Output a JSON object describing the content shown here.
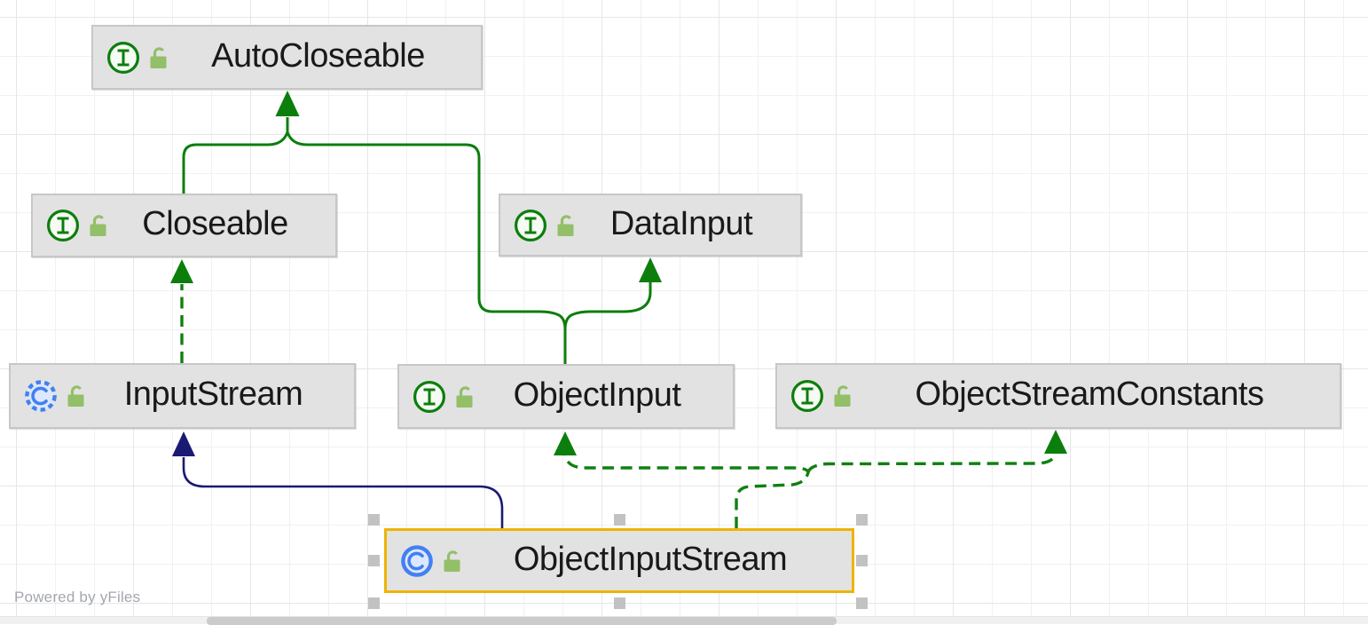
{
  "diagram": {
    "watermark": "Powered by yFiles",
    "nodes": [
      {
        "id": "autocloseable",
        "label": "AutoCloseable",
        "kind": "interface",
        "icon": "interface-icon",
        "lock_icon": "unlocked-icon",
        "selected": false
      },
      {
        "id": "closeable",
        "label": "Closeable",
        "kind": "interface",
        "icon": "interface-icon",
        "lock_icon": "unlocked-icon",
        "selected": false
      },
      {
        "id": "datainput",
        "label": "DataInput",
        "kind": "interface",
        "icon": "interface-icon",
        "lock_icon": "unlocked-icon",
        "selected": false
      },
      {
        "id": "inputstream",
        "label": "InputStream",
        "kind": "abstract-class",
        "icon": "abstract-class-icon",
        "lock_icon": "unlocked-icon",
        "selected": false
      },
      {
        "id": "objectinput",
        "label": "ObjectInput",
        "kind": "interface",
        "icon": "interface-icon",
        "lock_icon": "unlocked-icon",
        "selected": false
      },
      {
        "id": "objectstreamconstants",
        "label": "ObjectStreamConstants",
        "kind": "interface",
        "icon": "interface-icon",
        "lock_icon": "unlocked-icon",
        "selected": false
      },
      {
        "id": "objectinputstream",
        "label": "ObjectInputStream",
        "kind": "class",
        "icon": "class-icon",
        "lock_icon": "unlocked-icon",
        "selected": true
      }
    ],
    "edges": [
      {
        "from": "closeable",
        "to": "autocloseable",
        "relation": "extends",
        "style": "solid-green"
      },
      {
        "from": "objectinput",
        "to": "autocloseable",
        "relation": "extends",
        "style": "solid-green"
      },
      {
        "from": "objectinput",
        "to": "datainput",
        "relation": "extends",
        "style": "solid-green"
      },
      {
        "from": "inputstream",
        "to": "closeable",
        "relation": "implements",
        "style": "dashed-green"
      },
      {
        "from": "objectinputstream",
        "to": "inputstream",
        "relation": "extends",
        "style": "solid-navy"
      },
      {
        "from": "objectinputstream",
        "to": "objectinput",
        "relation": "implements",
        "style": "dashed-green"
      },
      {
        "from": "objectinputstream",
        "to": "objectstreamconstants",
        "relation": "implements",
        "style": "dashed-green"
      }
    ],
    "colors": {
      "interface_green": "#0c7e0c",
      "class_blue": "#4380f2",
      "class_icon_fill": "#dce8fd",
      "interface_icon_fill": "#f6fbf4",
      "lock_green": "#92bf68",
      "extends_class_navy": "#1a1a72",
      "selection_yellow": "#eeb303",
      "node_fill": "#e2e2e2",
      "node_border": "#c7c7c7",
      "handle_gray": "#c2c2c2",
      "watermark_gray": "#a3a7ae"
    }
  }
}
